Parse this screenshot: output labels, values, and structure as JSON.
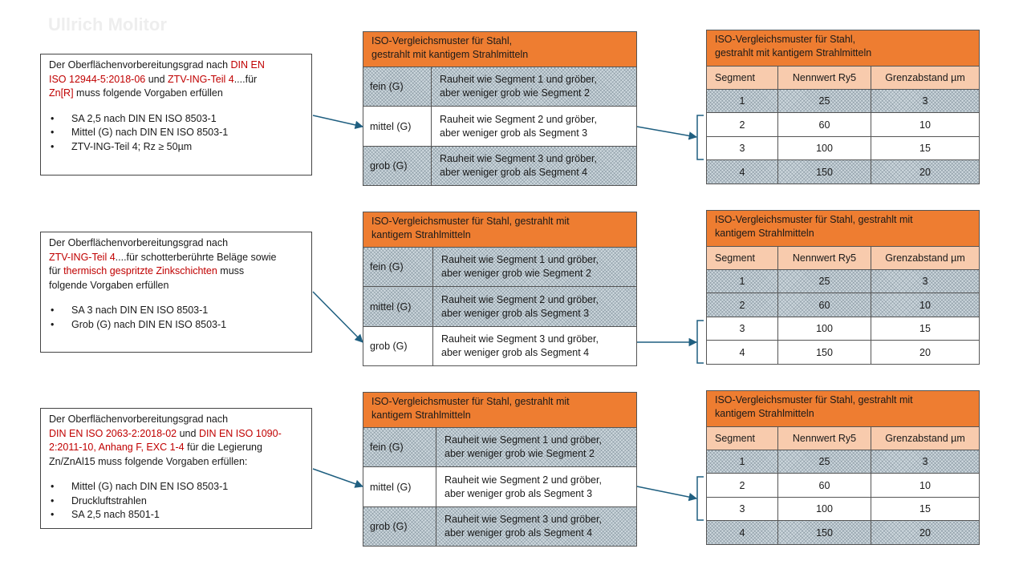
{
  "watermark": "Ullrich Molitor",
  "blocks": [
    {
      "text": {
        "l1a": "Der Oberflächenvorbereitungsgrad nach ",
        "l1b": "DIN EN",
        "l2a": "ISO 12944-5:2018-06",
        "l2b": " und ",
        "l2c": "ZTV-ING-Teil 4",
        "l2d": "....für",
        "l3a": "Zn[R]",
        "l3b": " muss folgende Vorgaben erfüllen",
        "bullets": [
          "SA 2,5 nach DIN EN ISO 8503-1",
          "Mittel (G) nach DIN EN ISO 8503-1",
          "ZTV-ING-Teil 4; Rz ≥ 50µm"
        ]
      },
      "middle": {
        "title_l1": "ISO-Vergleichsmuster für Stahl,",
        "title_l2": " gestrahlt mit kantigem Strahlmitteln",
        "rows": [
          {
            "label": "fein (G)",
            "d1": "Rauheit wie Segment 1 und gröber,",
            "d2": "aber weniger grob wie Segment 2"
          },
          {
            "label": "mittel (G)",
            "d1": "Rauheit wie Segment 2 und gröber,",
            "d2": "aber weniger grob als Segment 3"
          },
          {
            "label": "grob (G)",
            "d1": "Rauheit wie Segment 3 und gröber,",
            "d2": "aber weniger grob als Segment 4"
          }
        ]
      },
      "right": {
        "title_l1": "ISO-Vergleichsmuster für Stahl,",
        "title_l2": "gestrahlt mit kantigem Strahlmitteln",
        "rows": [
          [
            "1",
            "25",
            "3"
          ],
          [
            "2",
            "60",
            "10"
          ],
          [
            "3",
            "100",
            "15"
          ],
          [
            "4",
            "150",
            "20"
          ]
        ]
      }
    },
    {
      "text": {
        "l1a": "Der Oberflächenvorbereitungsgrad nach",
        "l2a": "ZTV-ING-Teil 4",
        "l2b": "....für schotterberührte Beläge sowie",
        "l3a": "für ",
        "l3b": "thermisch gespritzte Zinkschichten",
        "l3c": " muss",
        "l4a": "folgende Vorgaben erfüllen",
        "bullets": [
          "SA 3 nach DIN EN ISO 8503-1",
          "Grob (G) nach DIN EN ISO 8503-1"
        ]
      },
      "middle": {
        "title_l1": "ISO-Vergleichsmuster für Stahl, gestrahlt mit",
        "title_l2": "kantigem Strahlmitteln",
        "rows": [
          {
            "label": "fein (G)",
            "d1": "Rauheit wie Segment 1 und gröber,",
            "d2": "aber weniger grob wie Segment 2"
          },
          {
            "label": "mittel (G)",
            "d1": "Rauheit wie Segment 2 und gröber,",
            "d2": "aber weniger grob als Segment 3"
          },
          {
            "label": "grob (G)",
            "d1": "Rauheit wie Segment 3 und gröber,",
            "d2": "aber weniger grob als Segment 4"
          }
        ]
      },
      "right": {
        "title_l1": "ISO-Vergleichsmuster für Stahl, gestrahlt mit",
        "title_l2": "kantigem Strahlmitteln",
        "rows": [
          [
            "1",
            "25",
            "3"
          ],
          [
            "2",
            "60",
            "10"
          ],
          [
            "3",
            "100",
            "15"
          ],
          [
            "4",
            "150",
            "20"
          ]
        ]
      }
    },
    {
      "text": {
        "l1a": "Der Oberflächenvorbereitungsgrad nach",
        "l2a": "DIN EN ISO 2063-2:2018-02",
        "l2b": " und ",
        "l2c": "DIN EN ISO 1090-",
        "l3a": "2:2011-10, Anhang F, EXC 1-4",
        "l3b": " für die Legierung",
        "l4a": "Zn/ZnAl15 muss folgende Vorgaben erfüllen:",
        "bullets": [
          "Mittel (G) nach DIN EN ISO 8503-1",
          "Druckluftstrahlen",
          "SA 2,5 nach 8501-1"
        ]
      },
      "middle": {
        "title_l1": "ISO-Vergleichsmuster für Stahl, gestrahlt mit",
        "title_l2": "kantigem Strahlmitteln",
        "rows": [
          {
            "label": "fein (G)",
            "d1": "Rauheit wie Segment 1 und gröber,",
            "d2": "aber weniger grob wie Segment 2"
          },
          {
            "label": "mittel (G)",
            "d1": "Rauheit wie Segment 2 und gröber,",
            "d2": "aber weniger grob als Segment 3"
          },
          {
            "label": "grob (G)",
            "d1": "Rauheit wie Segment 3 und gröber,",
            "d2": "aber weniger grob als Segment 4"
          }
        ]
      },
      "right": {
        "title_l1": "ISO-Vergleichsmuster für Stahl, gestrahlt mit",
        "title_l2": "kantigem Strahlmitteln",
        "rows": [
          [
            "1",
            "25",
            "3"
          ],
          [
            "2",
            "60",
            "10"
          ],
          [
            "3",
            "100",
            "15"
          ],
          [
            "4",
            "150",
            "20"
          ]
        ]
      }
    }
  ],
  "right_headers": {
    "segment": "Segment",
    "nennwert": "Nennwert Ry5",
    "grenz": "Grenzabstand µm"
  },
  "colors": {
    "header_orange": "#ee7d31",
    "subheader_peach": "#f8cbad",
    "highlight_red": "#c00000",
    "arrow_blue": "#1f5f80"
  }
}
